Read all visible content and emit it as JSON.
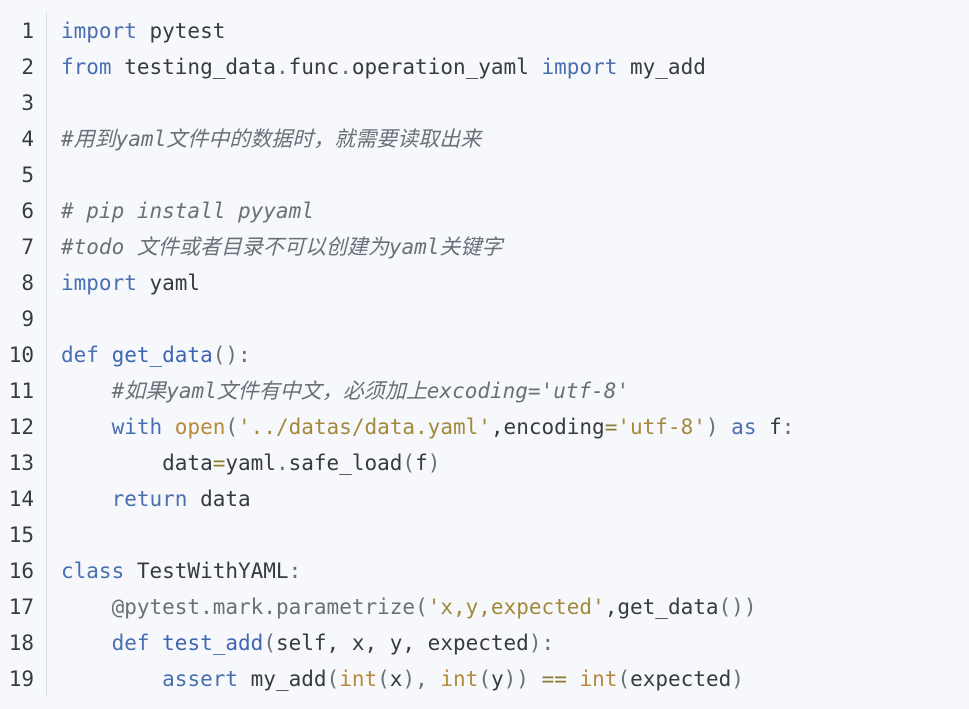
{
  "lines": [
    {
      "n": "1",
      "tokens": [
        {
          "t": "import",
          "c": "kw"
        },
        {
          "t": " pytest",
          "c": "pl"
        }
      ]
    },
    {
      "n": "2",
      "tokens": [
        {
          "t": "from",
          "c": "kw"
        },
        {
          "t": " testing_data",
          "c": "pl"
        },
        {
          "t": ".",
          "c": "pn"
        },
        {
          "t": "func",
          "c": "pl"
        },
        {
          "t": ".",
          "c": "pn"
        },
        {
          "t": "operation_yaml ",
          "c": "pl"
        },
        {
          "t": "import",
          "c": "kw"
        },
        {
          "t": " my_add",
          "c": "pl"
        }
      ]
    },
    {
      "n": "3",
      "tokens": []
    },
    {
      "n": "4",
      "tokens": [
        {
          "t": "#用到yaml文件中的数据时，就需要读取出来",
          "c": "cm"
        }
      ]
    },
    {
      "n": "5",
      "tokens": []
    },
    {
      "n": "6",
      "tokens": [
        {
          "t": "# pip install pyyaml",
          "c": "cm"
        }
      ]
    },
    {
      "n": "7",
      "tokens": [
        {
          "t": "#todo 文件或者目录不可以创建为yaml关键字",
          "c": "cm"
        }
      ]
    },
    {
      "n": "8",
      "tokens": [
        {
          "t": "import",
          "c": "kw"
        },
        {
          "t": " yaml",
          "c": "pl"
        }
      ]
    },
    {
      "n": "9",
      "tokens": []
    },
    {
      "n": "10",
      "tokens": [
        {
          "t": "def ",
          "c": "kw"
        },
        {
          "t": "get_data",
          "c": "fn"
        },
        {
          "t": "():",
          "c": "pn"
        }
      ]
    },
    {
      "n": "11",
      "tokens": [
        {
          "t": "    ",
          "c": "pl"
        },
        {
          "t": "#如果yaml文件有中文，必须加上excoding='utf-8'",
          "c": "cm"
        }
      ]
    },
    {
      "n": "12",
      "tokens": [
        {
          "t": "    ",
          "c": "pl"
        },
        {
          "t": "with ",
          "c": "kw"
        },
        {
          "t": "open",
          "c": "bi"
        },
        {
          "t": "(",
          "c": "pn"
        },
        {
          "t": "'../datas/data.yaml'",
          "c": "str"
        },
        {
          "t": ",encoding",
          "c": "pl"
        },
        {
          "t": "=",
          "c": "op"
        },
        {
          "t": "'utf-8'",
          "c": "str"
        },
        {
          "t": ") ",
          "c": "pn"
        },
        {
          "t": "as",
          "c": "kw"
        },
        {
          "t": " f",
          "c": "pl"
        },
        {
          "t": ":",
          "c": "pn"
        }
      ]
    },
    {
      "n": "13",
      "tokens": [
        {
          "t": "        data",
          "c": "pl"
        },
        {
          "t": "=",
          "c": "op"
        },
        {
          "t": "yaml",
          "c": "pl"
        },
        {
          "t": ".",
          "c": "pn"
        },
        {
          "t": "safe_load",
          "c": "pl"
        },
        {
          "t": "(",
          "c": "pn"
        },
        {
          "t": "f",
          "c": "pl"
        },
        {
          "t": ")",
          "c": "pn"
        }
      ]
    },
    {
      "n": "14",
      "tokens": [
        {
          "t": "    ",
          "c": "pl"
        },
        {
          "t": "return",
          "c": "kw"
        },
        {
          "t": " data",
          "c": "pl"
        }
      ]
    },
    {
      "n": "15",
      "tokens": []
    },
    {
      "n": "16",
      "tokens": [
        {
          "t": "class ",
          "c": "kw"
        },
        {
          "t": "TestWithYAML",
          "c": "pl"
        },
        {
          "t": ":",
          "c": "pn"
        }
      ]
    },
    {
      "n": "17",
      "tokens": [
        {
          "t": "    ",
          "c": "pl"
        },
        {
          "t": "@pytest",
          "c": "dec"
        },
        {
          "t": ".",
          "c": "pn"
        },
        {
          "t": "mark",
          "c": "dec"
        },
        {
          "t": ".",
          "c": "pn"
        },
        {
          "t": "parametrize",
          "c": "dec"
        },
        {
          "t": "(",
          "c": "pn"
        },
        {
          "t": "'x,y,expected'",
          "c": "str"
        },
        {
          "t": ",get_data",
          "c": "pl"
        },
        {
          "t": "())",
          "c": "pn"
        }
      ]
    },
    {
      "n": "18",
      "tokens": [
        {
          "t": "    ",
          "c": "pl"
        },
        {
          "t": "def ",
          "c": "kw"
        },
        {
          "t": "test_add",
          "c": "fn"
        },
        {
          "t": "(",
          "c": "pn"
        },
        {
          "t": "self, x, y, expected",
          "c": "pl"
        },
        {
          "t": "):",
          "c": "pn"
        }
      ]
    },
    {
      "n": "19",
      "tokens": [
        {
          "t": "        ",
          "c": "pl"
        },
        {
          "t": "assert",
          "c": "kw"
        },
        {
          "t": " my_add",
          "c": "pl"
        },
        {
          "t": "(",
          "c": "pn"
        },
        {
          "t": "int",
          "c": "bi"
        },
        {
          "t": "(",
          "c": "pn"
        },
        {
          "t": "x",
          "c": "pl"
        },
        {
          "t": "), ",
          "c": "pn"
        },
        {
          "t": "int",
          "c": "bi"
        },
        {
          "t": "(",
          "c": "pn"
        },
        {
          "t": "y",
          "c": "pl"
        },
        {
          "t": ")) ",
          "c": "pn"
        },
        {
          "t": "==",
          "c": "op"
        },
        {
          "t": " ",
          "c": "pl"
        },
        {
          "t": "int",
          "c": "bi"
        },
        {
          "t": "(",
          "c": "pn"
        },
        {
          "t": "expected",
          "c": "pl"
        },
        {
          "t": ")",
          "c": "pn"
        }
      ]
    }
  ]
}
